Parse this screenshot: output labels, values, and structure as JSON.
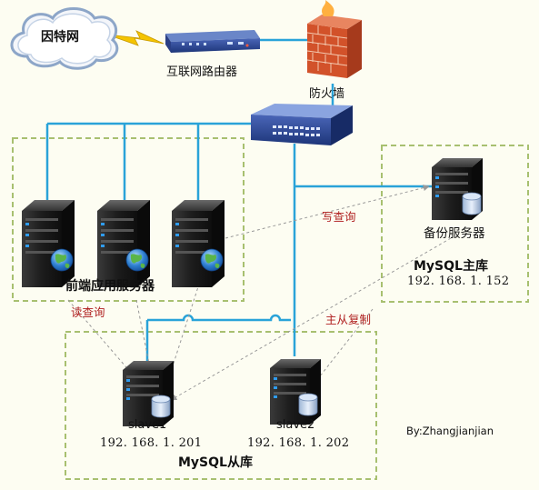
{
  "labels": {
    "internet": "因特网",
    "router": "互联网路由器",
    "firewall": "防火墙",
    "frontend": "前端应用服务器",
    "backup": "备份服务器",
    "master_title": "MySQL主库",
    "master_ip": "192. 168. 1. 152",
    "write_query": "写查询",
    "read_query": "读查询",
    "replication": "主从复制",
    "slave1_name": "slave1",
    "slave1_ip": "192. 168. 1. 201",
    "slave2_name": "slave2",
    "slave2_ip": "192. 168. 1. 202",
    "slave_group": "MySQL从库",
    "author": "By:Zhangjianjian"
  },
  "colors": {
    "link": "#2aa3d8",
    "group_border": "#a8c070",
    "dotted_line": "#999999",
    "annotation": "#b02020",
    "background": "#fdfdf2"
  }
}
